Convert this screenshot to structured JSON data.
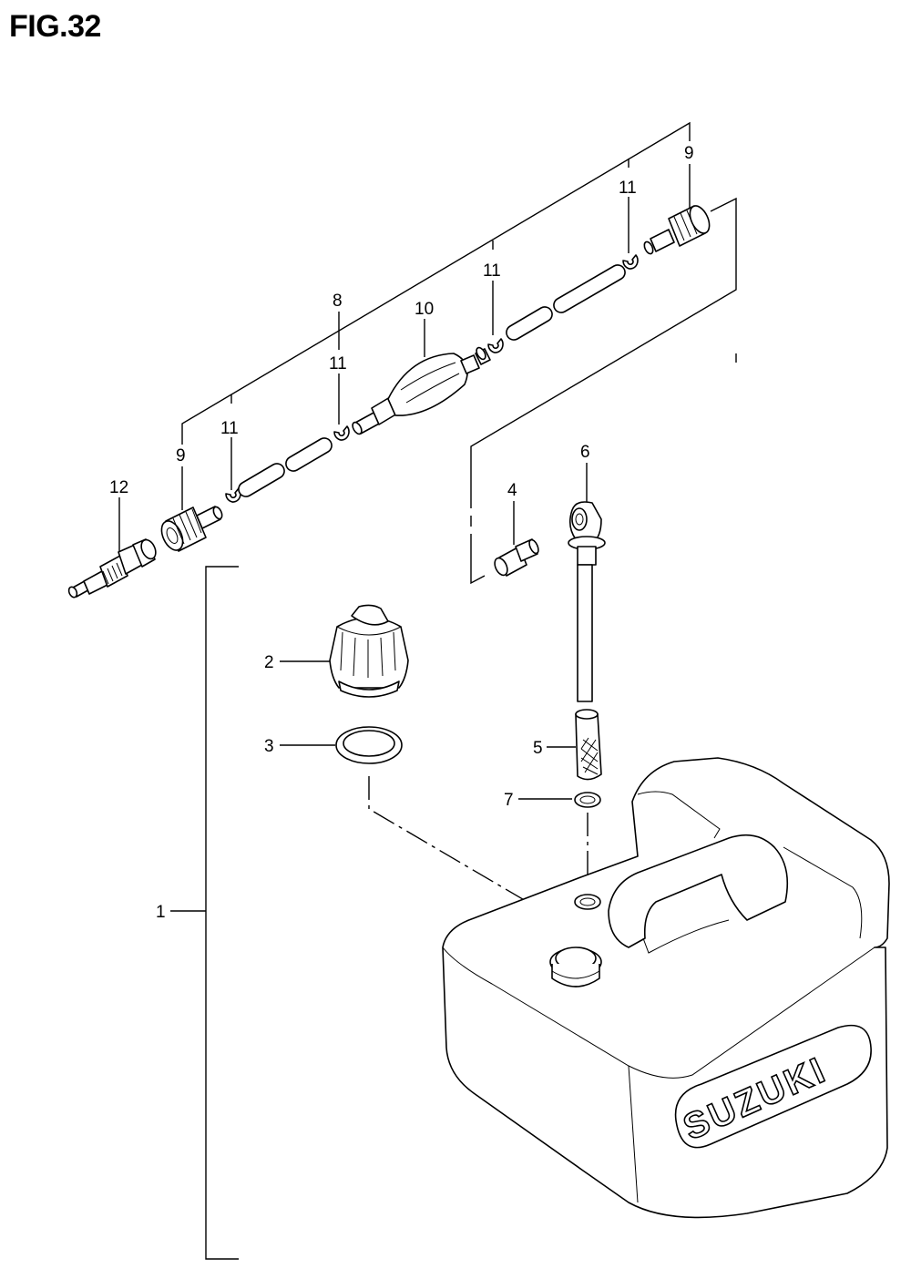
{
  "figure": {
    "title": "FIG.32"
  },
  "labels": {
    "n1": "1",
    "n2": "2",
    "n3": "3",
    "n4": "4",
    "n5": "5",
    "n6": "6",
    "n7": "7",
    "n8": "8",
    "n9_left": "9",
    "n9_right": "9",
    "n10": "10",
    "n11_a": "11",
    "n11_b": "11",
    "n11_c": "11",
    "n11_d": "11",
    "n12": "12"
  },
  "tank": {
    "brand": "SUZUKI"
  }
}
